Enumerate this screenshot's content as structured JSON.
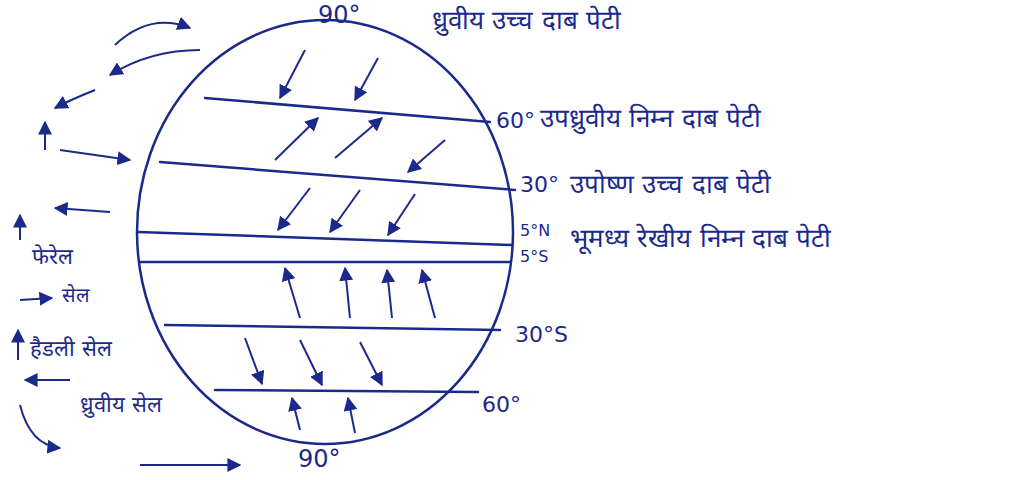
{
  "diagram": {
    "labels": [
      "90°",
      "ध्रुवीय उच्च दाब पेटी",
      "60°",
      "उपध्रुवीय निम्न दाब पेटी",
      "30°",
      "उपोष्ण उच्च दाब पेटी",
      "5°N",
      "5°S",
      "भूमध्य रेखीय निम्न दाब पेटी",
      "30°S",
      "60°",
      "90°",
      "फेरेल",
      "सेल",
      "हैडली सेल",
      "ध्रुवीय सेल"
    ]
  }
}
